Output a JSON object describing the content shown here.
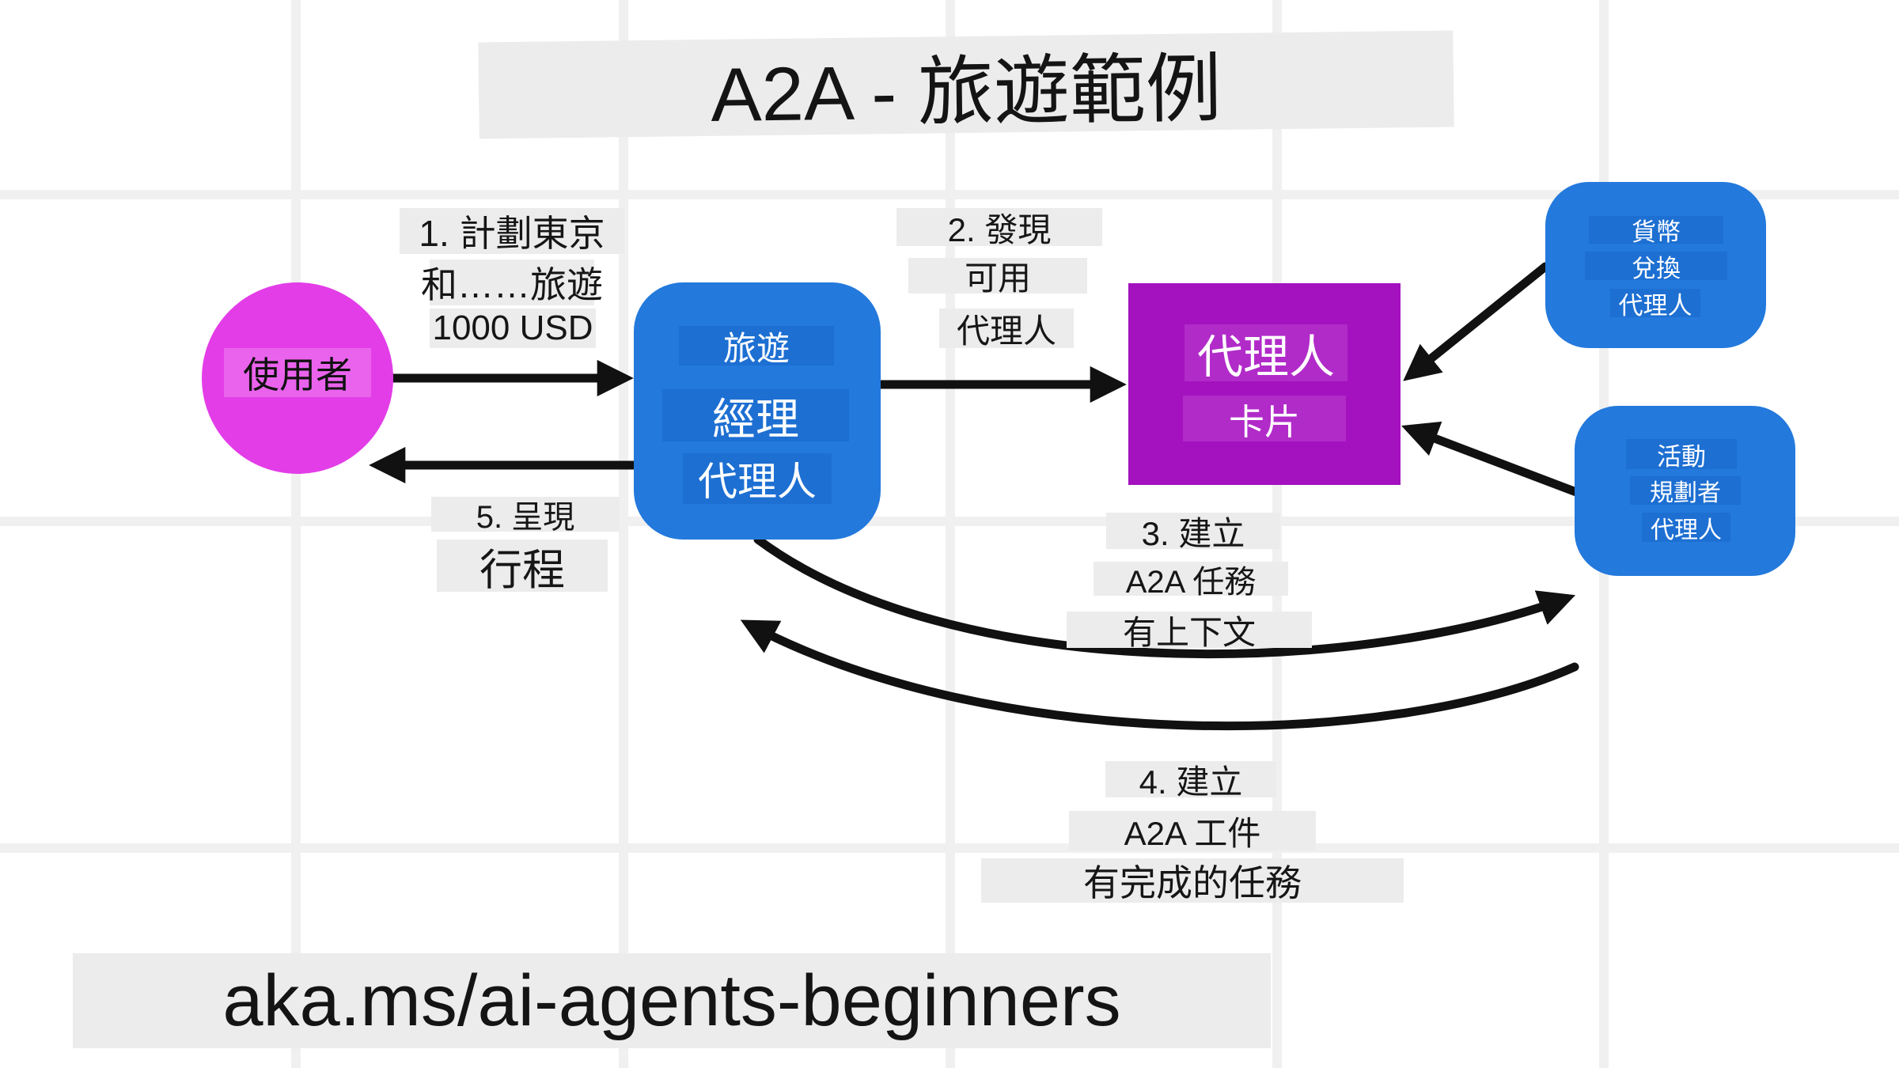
{
  "title": "A2A - 旅遊範例",
  "footer": {
    "link": "aka.ms/ai-agents-beginners"
  },
  "nodes": {
    "user": {
      "label": "使用者"
    },
    "travel_manager": {
      "lines": [
        "旅遊",
        "經理",
        "代理人"
      ]
    },
    "agent_card": {
      "lines": [
        "代理人",
        "卡片"
      ]
    },
    "currency_agent": {
      "lines": [
        "貨幣",
        "兌換",
        "代理人"
      ]
    },
    "activity_agent": {
      "lines": [
        "活動",
        "規劃者",
        "代理人"
      ]
    }
  },
  "steps": {
    "step1": [
      "1. 計劃東京",
      "和……旅遊",
      "1000 USD"
    ],
    "step2": [
      "2. 發現",
      "可用",
      "代理人"
    ],
    "step3": [
      "3. 建立",
      "A2A 任務",
      "有上下文"
    ],
    "step4": [
      "4. 建立",
      "A2A 工件",
      "有完成的任務"
    ],
    "step5": [
      "5. 呈現",
      "行程"
    ]
  },
  "colors": {
    "agent_blue": "#2379dc",
    "agent_blue_band": "#1d6fd2",
    "agent_card_purple": "#a312be",
    "agent_card_band": "#b12bc9",
    "user_magenta": "#e33de8",
    "user_band": "#ea63ed",
    "label_band_gray": "#ececec",
    "arrow_black": "#111111",
    "grid_gray": "#f0f0f0"
  }
}
